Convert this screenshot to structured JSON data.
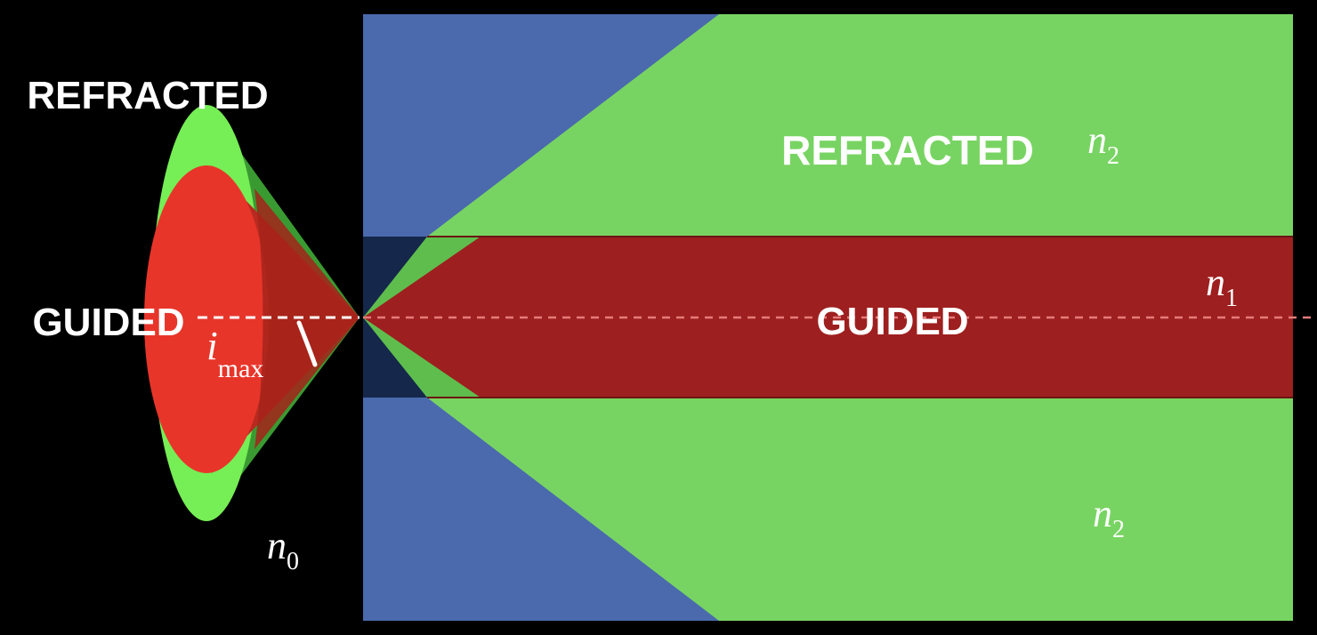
{
  "labels": {
    "refracted_left": "REFRACTED",
    "refracted_right": "REFRACTED",
    "guided_left": "GUIDED",
    "guided_right": "GUIDED",
    "angle_symbol": "i",
    "angle_subscript": "max",
    "n0": {
      "symbol": "n",
      "sub": "0"
    },
    "n1": {
      "symbol": "n",
      "sub": "1"
    },
    "n2_top": {
      "symbol": "n",
      "sub": "2"
    },
    "n2_bottom": {
      "symbol": "n",
      "sub": "2"
    }
  },
  "colors": {
    "background": "#000000",
    "cladding_blue": "#4a6aad",
    "refracted_green": "#78d462",
    "guided_red": "#9e1f1f",
    "cone_outer_green": "#76ee55",
    "cone_dark_green": "#3a9a32",
    "cone_red": "#e8352a",
    "cone_red_dark": "#b82a20",
    "core_entry_navy": "#15274a",
    "axis_dashed_red": "#e57b7b",
    "text_white": "#ffffff"
  }
}
